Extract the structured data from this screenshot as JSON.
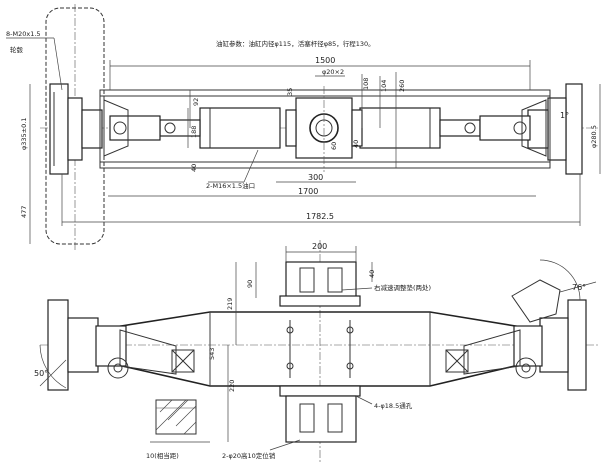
{
  "note_top": "油缸参数：油缸内径φ115，活塞杆径φ85，行程130。",
  "thread_label": "8-M20x1.5",
  "wheel_label": "轮毂",
  "dims_top": {
    "d1500": "1500",
    "d20x2": "φ20×2",
    "d108": "108",
    "d104": "104",
    "d260": "260",
    "d92": "92",
    "d188": "188",
    "d35": "35",
    "d40": "40",
    "d60": "60",
    "d40b": "40",
    "d300": "300",
    "d1700": "1700",
    "d1782": "1782.5",
    "d335": "φ335±0.1",
    "d477": "477",
    "d280": "φ280.5",
    "angle1": "1°",
    "oil_port": "2-M16×1.5油口"
  },
  "dims_bottom": {
    "d200": "200",
    "d90": "90",
    "d40": "40",
    "d219": "219",
    "d543": "543",
    "d220": "220",
    "angle76": "76°",
    "angle50": "50°",
    "hole_note": "4-φ18.5通孔",
    "adjust_note": "右减速调整垫(两处)",
    "pin_note": "2-φ20高10定位销",
    "detail_label": "10(相当距)"
  }
}
